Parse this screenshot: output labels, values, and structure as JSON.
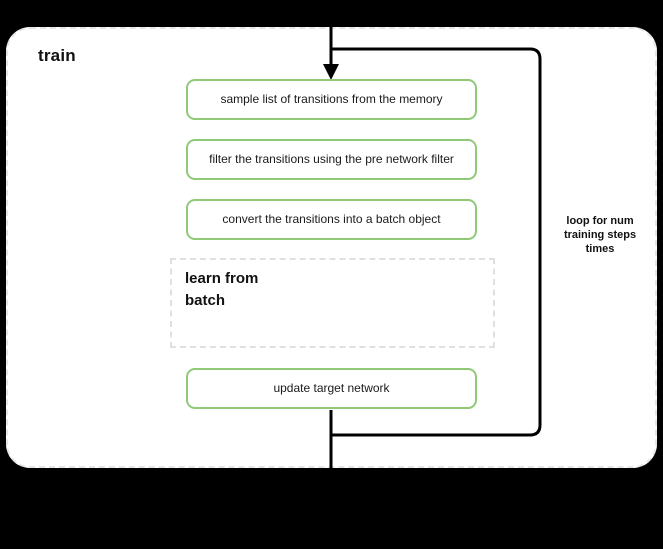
{
  "diagram": {
    "title": "train",
    "background_color": "#000000",
    "container_background": "#ffffff",
    "container_border_color": "#e6e6e6",
    "accent_color": "#90c978"
  },
  "steps": [
    {
      "id": "sample",
      "label": "sample list of transitions from the memory"
    },
    {
      "id": "filter",
      "label": "filter the transitions using the pre network filter"
    },
    {
      "id": "convert",
      "label": "convert the transitions into a batch object"
    },
    {
      "id": "update",
      "label": "update target network"
    }
  ],
  "subblock": {
    "label": "learn from\nbatch"
  },
  "loop": {
    "label": "loop for num\ntraining steps\ntimes"
  }
}
